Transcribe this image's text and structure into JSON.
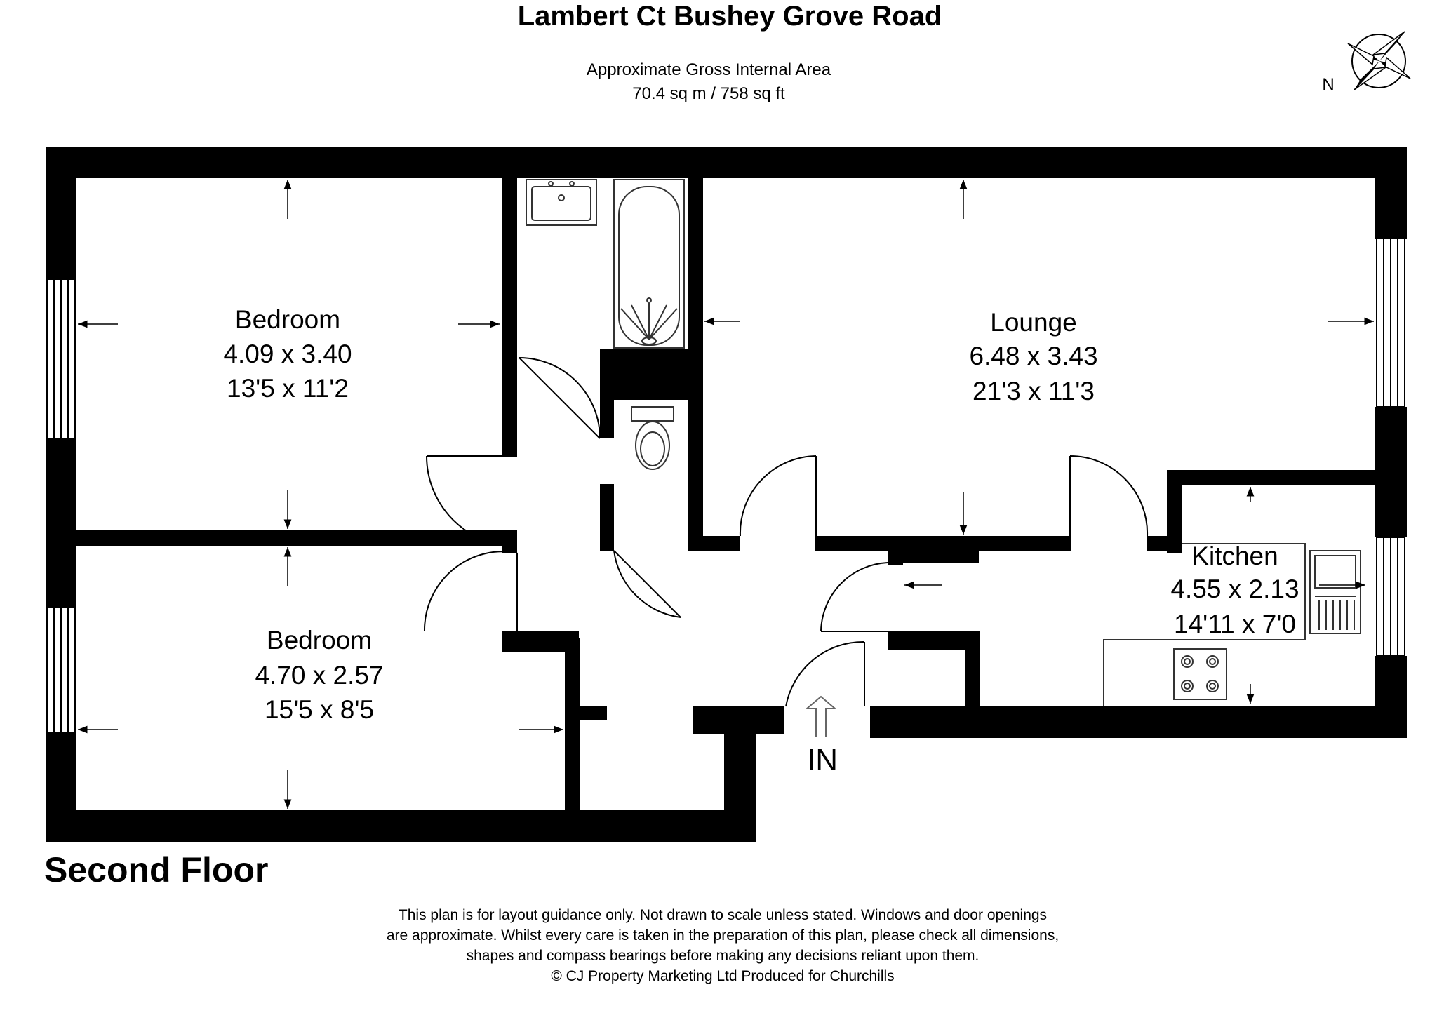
{
  "header": {
    "title": "Lambert Ct Bushey Grove Road",
    "area_caption": "Approximate Gross Internal Area",
    "area_value": "70.4 sq m / 758 sq ft"
  },
  "compass": {
    "north_label": "N",
    "icon": "compass-rose-icon"
  },
  "rooms": [
    {
      "name": "Bedroom",
      "metric": "4.09 x 3.40",
      "imperial": "13'5 x 11'2"
    },
    {
      "name": "Bedroom",
      "metric": "4.70 x 2.57",
      "imperial": "15'5 x 8'5"
    },
    {
      "name": "Lounge",
      "metric": "6.48 x 3.43",
      "imperial": "21'3 x 11'3"
    },
    {
      "name": "Kitchen",
      "metric": "4.55 x 2.13",
      "imperial": "14'11 x 7'0"
    }
  ],
  "entrance": {
    "label": "IN"
  },
  "floor": {
    "label": "Second Floor"
  },
  "disclaimer": {
    "line1": "This plan is for layout guidance only. Not drawn to scale unless stated. Windows and door openings",
    "line2": "are approximate. Whilst every care is taken in the preparation of this plan, please check all dimensions,",
    "line3": "shapes and compass bearings before making any decisions reliant upon them.",
    "line4": "© CJ Property Marketing Ltd Produced for Churchills"
  },
  "colors": {
    "wall": "#000000",
    "background": "#ffffff",
    "fixture_stroke": "#333333"
  }
}
